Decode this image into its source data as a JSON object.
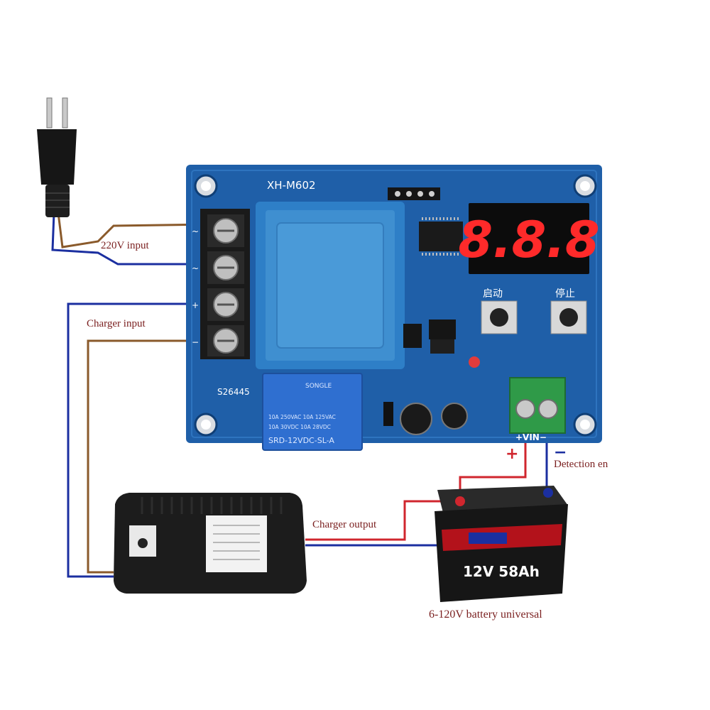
{
  "labels": {
    "ac_input": "220V input",
    "charger_input": "Charger input",
    "charger_output": "Charger output",
    "detection": "Detection en",
    "battery_caption": "6-120V battery universal",
    "plus": "+",
    "minus": "−"
  },
  "board": {
    "model": "XH-M602",
    "code": "S26445",
    "display": "8.8.8",
    "start_label": "启动",
    "stop_label": "停止",
    "vin_label": "+VIN−",
    "relay_brand": "SONGLE",
    "relay_model": "SRD-12VDC-SL-A",
    "relay_line1": "10A 250VAC  10A 125VAC",
    "relay_line2": "10A 30VDC   10A 28VDC",
    "terminal_marks": [
      "~",
      "~",
      "+",
      "−"
    ]
  },
  "battery": {
    "spec": "12V 58Ah"
  },
  "colors": {
    "board": "#1f5fa8",
    "transformer": "#3f8fd0",
    "wire_red": "#d0262e",
    "wire_blue": "#1b2fa0",
    "wire_brown": "#8a5a2b",
    "label_text": "#7a1f1f",
    "display_red": "#ff2a2a"
  }
}
